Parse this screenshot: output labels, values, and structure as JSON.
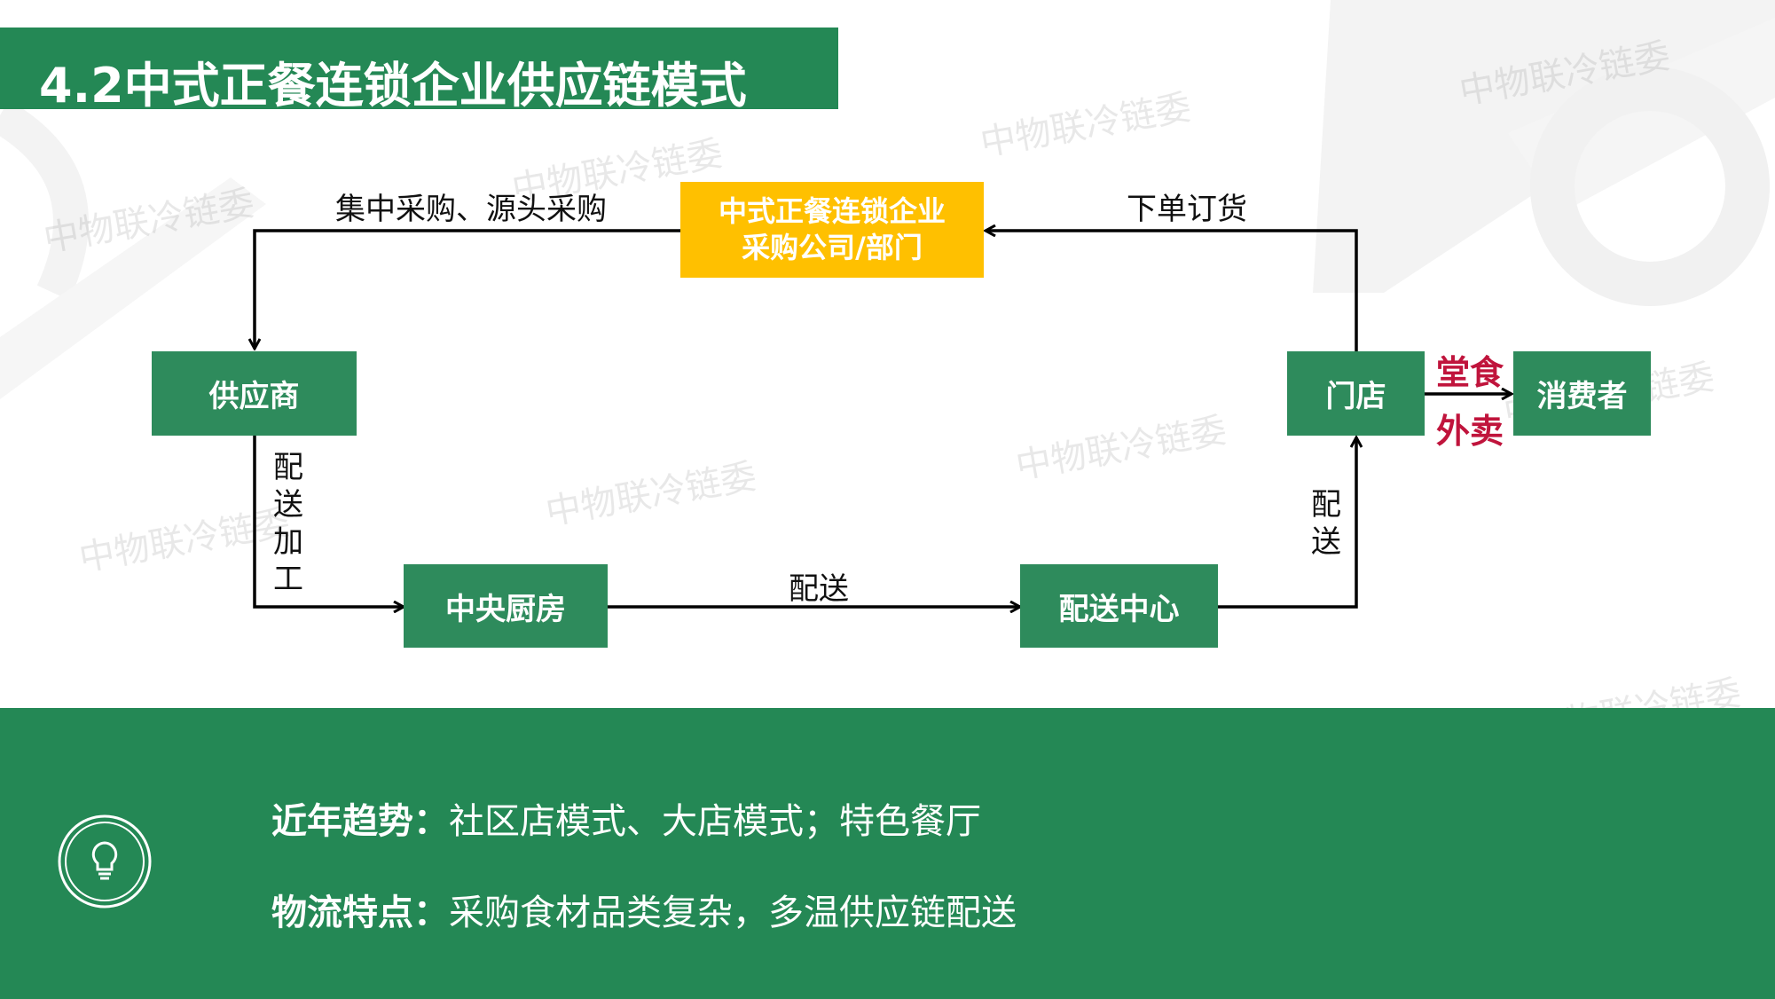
{
  "title": "4.2中式正餐连锁企业供应链模式",
  "watermark_text": "中物联冷链委",
  "diagram": {
    "nodes": {
      "purchasing": {
        "line1": "中式正餐连锁企业",
        "line2": "采购公司/部门"
      },
      "supplier": "供应商",
      "central_kitchen": "中央厨房",
      "distribution_center": "配送中心",
      "store": "门店",
      "consumer": "消费者"
    },
    "edges": {
      "purchasing_to_supplier": "集中采购、源头采购",
      "store_to_purchasing": "下单订货",
      "supplier_to_kitchen": [
        "配",
        "送",
        "加",
        "工"
      ],
      "kitchen_to_dc": "配送",
      "dc_to_store": [
        "配",
        "送"
      ],
      "store_to_consumer_top": "堂食",
      "store_to_consumer_bottom": "外卖"
    }
  },
  "info": {
    "trend_key": "近年趋势：",
    "trend_value": "社区店模式、大店模式；特色餐厅",
    "logistics_key": "物流特点：",
    "logistics_value": "采购食材品类复杂，多温供应链配送"
  },
  "icons": {
    "bottom": "lightbulb-icon"
  },
  "colors": {
    "primary_green": "#248855",
    "node_green": "#2e8b5c",
    "highlight_yellow": "#ffc000",
    "label_red": "#c0143c"
  }
}
